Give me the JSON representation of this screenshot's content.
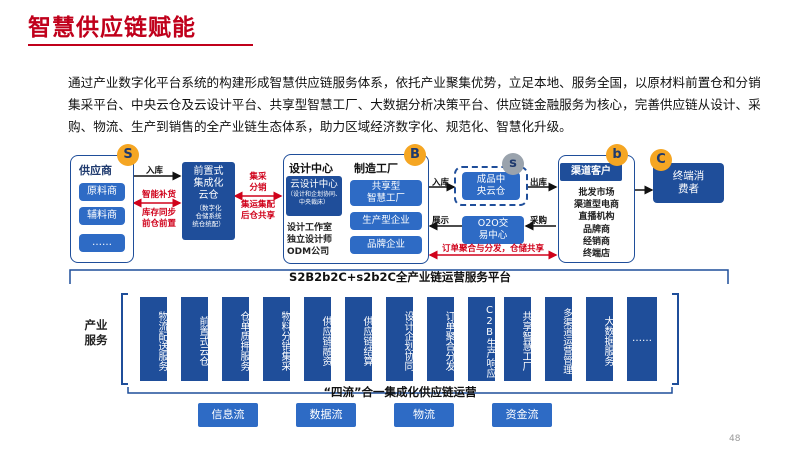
{
  "title": "智慧供应链赋能",
  "intro": "通过产业数字化平台系统的构建形成智慧供应链服务体系，依托产业聚集优势，立足本地、服务全国，以原材料前置仓和分销集采平台、中央云仓及云设计平台、共享型智慧工厂、大数据分析决策平台、供应链金融服务为核心，完善供应链从设计、采购、物流、生产到销售的全产业链生态体系，助力区域经济数字化、规范化、智慧化升级。",
  "diagram": {
    "supplier": {
      "title": "供应商",
      "badge": "S",
      "items": [
        "原料商",
        "辅料商",
        "……"
      ]
    },
    "inbound_label": "入库",
    "smart_replenish": "智能补货",
    "stock_sync": "库存同步\n前仓前置",
    "warehouse": {
      "main": "前置式\n集成化\n云仓",
      "sub": "（数字化\n仓储系统\n统仓统配）"
    },
    "collect_distribute": "集采\n分销",
    "collect_ship": "集运集配\n后仓共享",
    "design_center": {
      "title": "设计中心",
      "cloud": "云设计中心",
      "cloud_sub": "（设计和企划协同、中央裁床）",
      "lines": "设计工作室\n独立设计师\nODM公司"
    },
    "factory": {
      "title": "制造工厂",
      "badge": "B",
      "items": [
        "共享型\n智慧工厂",
        "生产型企业",
        "品牌企业"
      ]
    },
    "inbound2": "入库",
    "display": "展示",
    "cloud_warehouse": {
      "badge": "s",
      "text": "成品中\n央云仓"
    },
    "outbound": "出库",
    "o2o": "O2O交\n易中心",
    "purchase": "采购",
    "order_note": "订单聚合与分发，仓储共享",
    "channel": {
      "title": "渠道客户",
      "badge": "b",
      "items": "批发市场\n渠道型电商\n直播机构\n品牌商\n经销商\n终端店"
    },
    "consumer": {
      "badge": "C",
      "text": "终端消\n费者"
    },
    "platform": "S2B2b2C+s2b2C全产业链运营服务平台",
    "industry_label": "产业\n服务",
    "services": [
      "物流配送服务",
      "前置式云仓",
      "仓单质押服务",
      "物料分销集采",
      "供应链融资",
      "供应链结算",
      "设计企划协同",
      "订单聚合分发",
      "C2B生产响应",
      "共享智慧工厂",
      "多渠道运营管理",
      "大数据服务",
      "……"
    ],
    "four_flows": "“四流”合一集成化供应链运营",
    "flows": [
      "信息流",
      "数据流",
      "物流",
      "资金流"
    ]
  },
  "page_number": "48",
  "colors": {
    "title_red": "#c0001b",
    "navy": "#1f4e9a",
    "blue": "#2e6bc5",
    "badge": "#f5a623",
    "red_text": "#d0021b"
  }
}
